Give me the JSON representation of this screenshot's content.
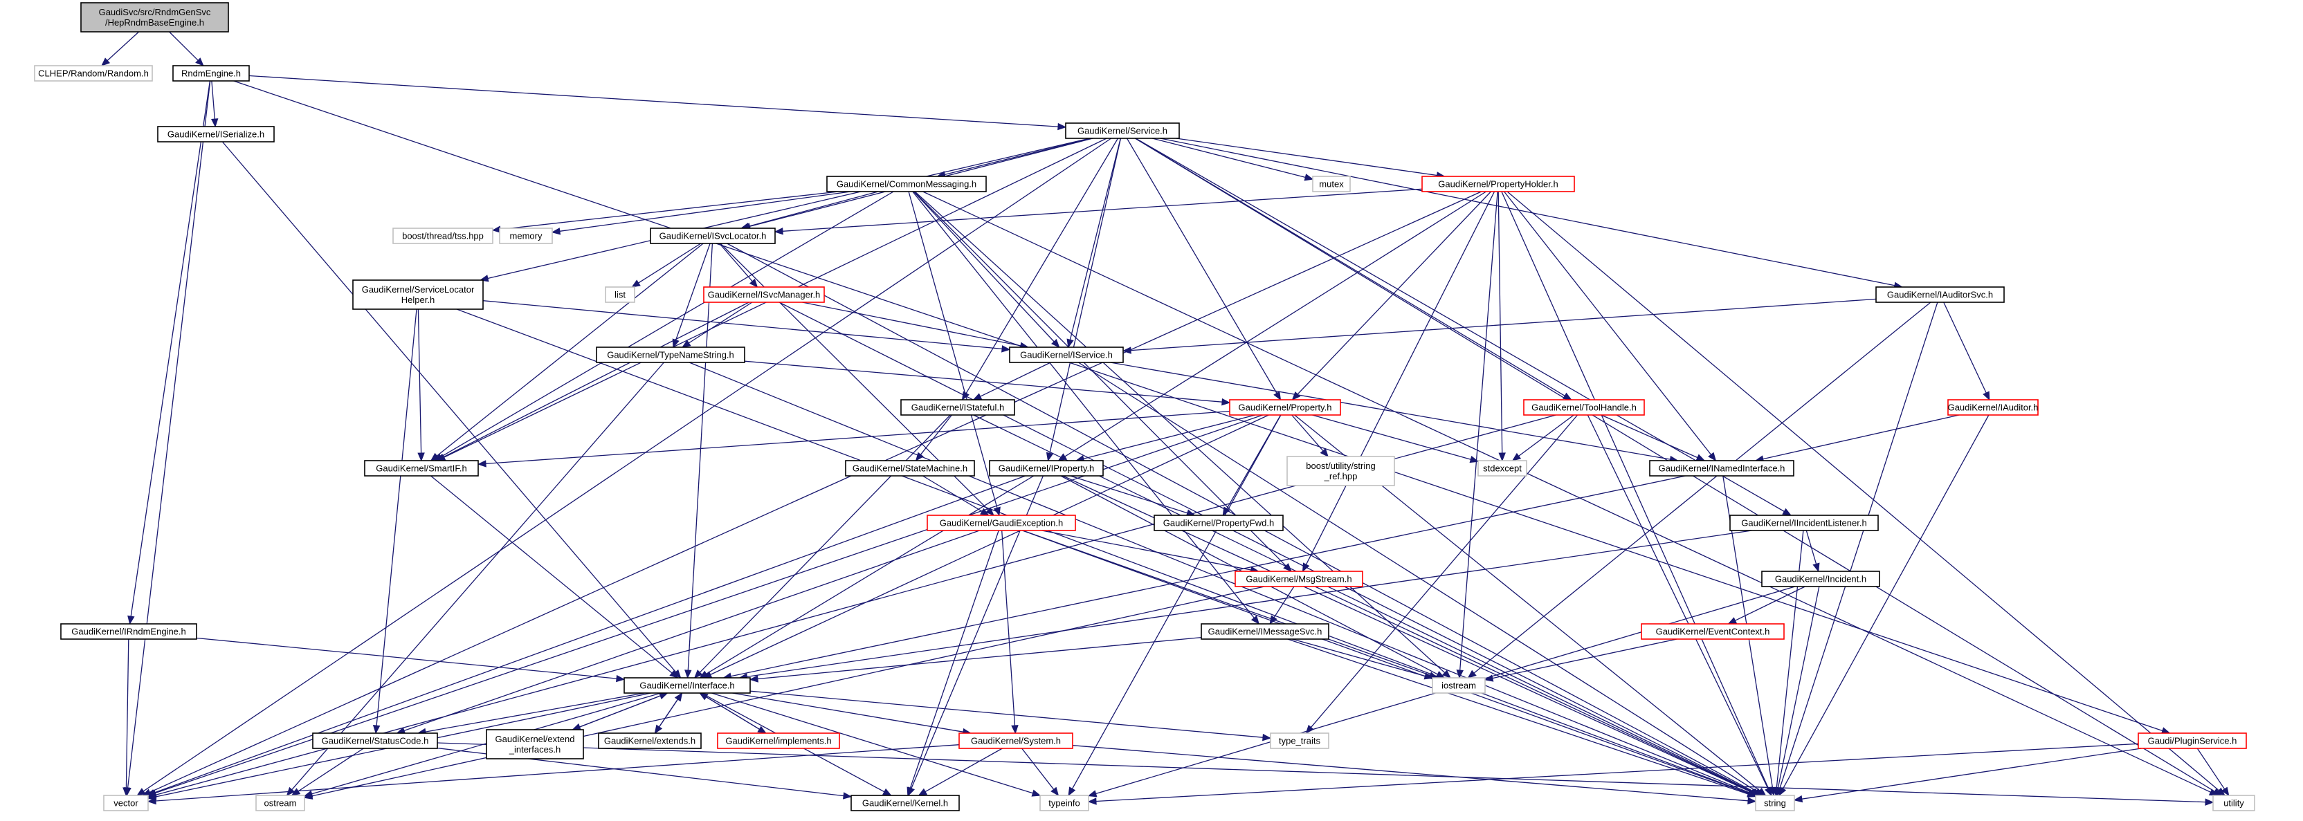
{
  "diagram": {
    "type": "include-dependency-graph",
    "colors": {
      "edge": "#191970",
      "root_fill": "#bfbfbf",
      "node_border": "#000000",
      "missing_doc_border": "#ff0000",
      "external_border": "#bfbfbf"
    },
    "nodes": [
      {
        "id": "root",
        "label": "GaudiSvc/src/RndmGenSvc\n/HepRndmBaseEngine.h",
        "style": "root"
      },
      {
        "id": "clhep",
        "label": "CLHEP/Random/Random.h",
        "style": "gray"
      },
      {
        "id": "rndm",
        "label": "RndmEngine.h",
        "style": "normal"
      },
      {
        "id": "iserialize",
        "label": "GaudiKernel/ISerialize.h",
        "style": "normal"
      },
      {
        "id": "irndmeng",
        "label": "GaudiKernel/IRndmEngine.h",
        "style": "normal"
      },
      {
        "id": "service",
        "label": "GaudiKernel/Service.h",
        "style": "normal"
      },
      {
        "id": "commonmsg",
        "label": "GaudiKernel/CommonMessaging.h",
        "style": "normal"
      },
      {
        "id": "boostthread",
        "label": "boost/thread/tss.hpp",
        "style": "gray"
      },
      {
        "id": "memory",
        "label": "memory",
        "style": "gray"
      },
      {
        "id": "isvcloc",
        "label": "GaudiKernel/ISvcLocator.h",
        "style": "normal"
      },
      {
        "id": "mutex",
        "label": "mutex",
        "style": "gray"
      },
      {
        "id": "propholder",
        "label": "GaudiKernel/PropertyHolder.h",
        "style": "red"
      },
      {
        "id": "svclochelper",
        "label": "GaudiKernel/ServiceLocator\nHelper.h",
        "style": "normal"
      },
      {
        "id": "list",
        "label": "list",
        "style": "gray"
      },
      {
        "id": "isvcmgr",
        "label": "GaudiKernel/ISvcManager.h",
        "style": "red"
      },
      {
        "id": "typename",
        "label": "GaudiKernel/TypeNameString.h",
        "style": "normal"
      },
      {
        "id": "iservice",
        "label": "GaudiKernel/IService.h",
        "style": "normal"
      },
      {
        "id": "iauditorsvc",
        "label": "GaudiKernel/IAuditorSvc.h",
        "style": "normal"
      },
      {
        "id": "istateful",
        "label": "GaudiKernel/IStateful.h",
        "style": "normal"
      },
      {
        "id": "property",
        "label": "GaudiKernel/Property.h",
        "style": "red"
      },
      {
        "id": "toolhandle",
        "label": "GaudiKernel/ToolHandle.h",
        "style": "red"
      },
      {
        "id": "iauditor",
        "label": "GaudiKernel/IAuditor.h",
        "style": "red"
      },
      {
        "id": "smartif",
        "label": "GaudiKernel/SmartIF.h",
        "style": "normal"
      },
      {
        "id": "statemachine",
        "label": "GaudiKernel/StateMachine.h",
        "style": "normal"
      },
      {
        "id": "iproperty",
        "label": "GaudiKernel/IProperty.h",
        "style": "normal"
      },
      {
        "id": "boostutil",
        "label": "boost/utility/string\n_ref.hpp",
        "style": "gray"
      },
      {
        "id": "stdexcept",
        "label": "stdexcept",
        "style": "gray"
      },
      {
        "id": "inamed",
        "label": "GaudiKernel/INamedInterface.h",
        "style": "normal"
      },
      {
        "id": "propfwd",
        "label": "GaudiKernel/PropertyFwd.h",
        "style": "normal"
      },
      {
        "id": "gaudiexc",
        "label": "GaudiKernel/GaudiException.h",
        "style": "red"
      },
      {
        "id": "iincident",
        "label": "GaudiKernel/IIncidentListener.h",
        "style": "normal"
      },
      {
        "id": "msgstream",
        "label": "GaudiKernel/MsgStream.h",
        "style": "red"
      },
      {
        "id": "incident",
        "label": "GaudiKernel/Incident.h",
        "style": "normal"
      },
      {
        "id": "imsgsvc",
        "label": "GaudiKernel/IMessageSvc.h",
        "style": "normal"
      },
      {
        "id": "eventctx",
        "label": "GaudiKernel/EventContext.h",
        "style": "red"
      },
      {
        "id": "iostream",
        "label": "iostream",
        "style": "gray"
      },
      {
        "id": "interface",
        "label": "GaudiKernel/Interface.h",
        "style": "normal"
      },
      {
        "id": "statuscode",
        "label": "GaudiKernel/StatusCode.h",
        "style": "normal"
      },
      {
        "id": "extiface",
        "label": "GaudiKernel/extend\n_interfaces.h",
        "style": "normal"
      },
      {
        "id": "extends",
        "label": "GaudiKernel/extends.h",
        "style": "normal"
      },
      {
        "id": "implements",
        "label": "GaudiKernel/implements.h",
        "style": "red"
      },
      {
        "id": "system",
        "label": "GaudiKernel/System.h",
        "style": "red"
      },
      {
        "id": "typetraits",
        "label": "type_traits",
        "style": "gray"
      },
      {
        "id": "pluginsvc",
        "label": "Gaudi/PluginService.h",
        "style": "red"
      },
      {
        "id": "vector",
        "label": "vector",
        "style": "gray"
      },
      {
        "id": "ostream",
        "label": "ostream",
        "style": "gray"
      },
      {
        "id": "kernel",
        "label": "GaudiKernel/Kernel.h",
        "style": "normal"
      },
      {
        "id": "typeinfo",
        "label": "typeinfo",
        "style": "gray"
      },
      {
        "id": "string",
        "label": "string",
        "style": "gray"
      },
      {
        "id": "utility",
        "label": "utility",
        "style": "gray"
      }
    ],
    "edges": [
      [
        "root",
        "clhep"
      ],
      [
        "root",
        "rndm"
      ],
      [
        "rndm",
        "iserialize"
      ],
      [
        "rndm",
        "irndmeng"
      ],
      [
        "rndm",
        "service"
      ],
      [
        "rndm",
        "vector"
      ],
      [
        "rndm",
        "pluginsvc"
      ],
      [
        "iserialize",
        "interface"
      ],
      [
        "irndmeng",
        "interface"
      ],
      [
        "irndmeng",
        "vector"
      ],
      [
        "service",
        "commonmsg"
      ],
      [
        "service",
        "isvcloc"
      ],
      [
        "service",
        "svclochelper"
      ],
      [
        "service",
        "mutex"
      ],
      [
        "service",
        "propholder"
      ],
      [
        "service",
        "iservice"
      ],
      [
        "service",
        "iauditorsvc"
      ],
      [
        "service",
        "istateful"
      ],
      [
        "service",
        "property"
      ],
      [
        "service",
        "toolhandle"
      ],
      [
        "service",
        "smartif"
      ],
      [
        "service",
        "iproperty"
      ],
      [
        "service",
        "iincident"
      ],
      [
        "service",
        "vector"
      ],
      [
        "service",
        "utility"
      ],
      [
        "commonmsg",
        "boostthread"
      ],
      [
        "commonmsg",
        "memory"
      ],
      [
        "commonmsg",
        "isvcloc"
      ],
      [
        "commonmsg",
        "iservice"
      ],
      [
        "commonmsg",
        "smartif"
      ],
      [
        "commonmsg",
        "msgstream"
      ],
      [
        "commonmsg",
        "imsgsvc"
      ],
      [
        "commonmsg",
        "gaudiexc"
      ],
      [
        "commonmsg",
        "iostream"
      ],
      [
        "commonmsg",
        "utility"
      ],
      [
        "isvcloc",
        "list"
      ],
      [
        "isvcloc",
        "isvcmgr"
      ],
      [
        "isvcloc",
        "typename"
      ],
      [
        "isvcloc",
        "smartif"
      ],
      [
        "isvcloc",
        "interface"
      ],
      [
        "isvcloc",
        "gaudiexc"
      ],
      [
        "isvcloc",
        "string"
      ],
      [
        "propholder",
        "isvcloc"
      ],
      [
        "propholder",
        "property"
      ],
      [
        "propholder",
        "iproperty"
      ],
      [
        "propholder",
        "inamed"
      ],
      [
        "propholder",
        "stdexcept"
      ],
      [
        "propholder",
        "msgstream"
      ],
      [
        "propholder",
        "string"
      ],
      [
        "propholder",
        "vector"
      ],
      [
        "propholder",
        "iostream"
      ],
      [
        "propholder",
        "utility"
      ],
      [
        "svclochelper",
        "iservice"
      ],
      [
        "svclochelper",
        "smartif"
      ],
      [
        "svclochelper",
        "statuscode"
      ],
      [
        "svclochelper",
        "string"
      ],
      [
        "isvcmgr",
        "iservice"
      ],
      [
        "isvcmgr",
        "typename"
      ],
      [
        "isvcmgr",
        "smartif"
      ],
      [
        "isvcmgr",
        "string"
      ],
      [
        "typename",
        "property"
      ],
      [
        "typename",
        "string"
      ],
      [
        "typename",
        "ostream"
      ],
      [
        "iservice",
        "istateful"
      ],
      [
        "iservice",
        "inamed"
      ],
      [
        "iservice",
        "string"
      ],
      [
        "iauditorsvc",
        "iservice"
      ],
      [
        "iauditorsvc",
        "iauditor"
      ],
      [
        "iauditorsvc",
        "string"
      ],
      [
        "iauditorsvc",
        "iostream"
      ],
      [
        "istateful",
        "statemachine"
      ],
      [
        "istateful",
        "interface"
      ],
      [
        "istateful",
        "string"
      ],
      [
        "property",
        "smartif"
      ],
      [
        "property",
        "boostutil"
      ],
      [
        "property",
        "stdexcept"
      ],
      [
        "property",
        "propfwd"
      ],
      [
        "property",
        "iproperty"
      ],
      [
        "property",
        "typeinfo"
      ],
      [
        "property",
        "string"
      ],
      [
        "property",
        "vector"
      ],
      [
        "property",
        "interface"
      ],
      [
        "toolhandle",
        "stdexcept"
      ],
      [
        "toolhandle",
        "inamed"
      ],
      [
        "toolhandle",
        "typetraits"
      ],
      [
        "toolhandle",
        "string"
      ],
      [
        "toolhandle",
        "vector"
      ],
      [
        "iauditor",
        "inamed"
      ],
      [
        "iauditor",
        "string"
      ],
      [
        "smartif",
        "interface"
      ],
      [
        "statemachine",
        "gaudiexc"
      ],
      [
        "iproperty",
        "propfwd"
      ],
      [
        "iproperty",
        "interface"
      ],
      [
        "iproperty",
        "iostream"
      ],
      [
        "iproperty",
        "kernel"
      ],
      [
        "iproperty",
        "string"
      ],
      [
        "iproperty",
        "vector"
      ],
      [
        "inamed",
        "interface"
      ],
      [
        "inamed",
        "string"
      ],
      [
        "gaudiexc",
        "msgstream"
      ],
      [
        "gaudiexc",
        "system"
      ],
      [
        "gaudiexc",
        "kernel"
      ],
      [
        "gaudiexc",
        "statuscode"
      ],
      [
        "gaudiexc",
        "string"
      ],
      [
        "gaudiexc",
        "iostream"
      ],
      [
        "iincident",
        "incident"
      ],
      [
        "iincident",
        "interface"
      ],
      [
        "iincident",
        "string"
      ],
      [
        "msgstream",
        "imsgsvc"
      ],
      [
        "msgstream",
        "string"
      ],
      [
        "msgstream",
        "ostream"
      ],
      [
        "incident",
        "eventctx"
      ],
      [
        "incident",
        "string"
      ],
      [
        "incident",
        "typeinfo"
      ],
      [
        "imsgsvc",
        "interface"
      ],
      [
        "imsgsvc",
        "iostream"
      ],
      [
        "imsgsvc",
        "string"
      ],
      [
        "eventctx",
        "iostream"
      ],
      [
        "interface",
        "statuscode"
      ],
      [
        "interface",
        "extiface"
      ],
      [
        "interface",
        "extends"
      ],
      [
        "interface",
        "implements"
      ],
      [
        "interface",
        "system"
      ],
      [
        "interface",
        "typetraits"
      ],
      [
        "interface",
        "vector"
      ],
      [
        "interface",
        "ostream"
      ],
      [
        "interface",
        "kernel"
      ],
      [
        "interface",
        "typeinfo"
      ],
      [
        "extiface",
        "interface"
      ],
      [
        "extends",
        "interface"
      ],
      [
        "implements",
        "interface"
      ],
      [
        "statuscode",
        "kernel"
      ],
      [
        "statuscode",
        "ostream"
      ],
      [
        "statuscode",
        "utility"
      ],
      [
        "system",
        "kernel"
      ],
      [
        "system",
        "typeinfo"
      ],
      [
        "system",
        "string"
      ],
      [
        "system",
        "vector"
      ],
      [
        "pluginsvc",
        "string"
      ],
      [
        "pluginsvc",
        "utility"
      ],
      [
        "pluginsvc",
        "typeinfo"
      ]
    ]
  }
}
